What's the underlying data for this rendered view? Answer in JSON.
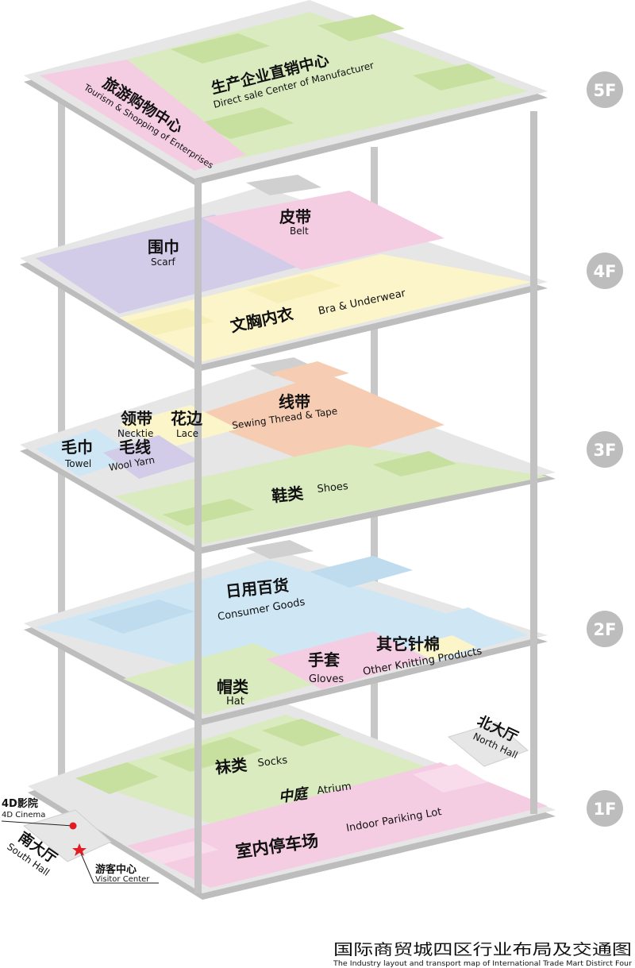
{
  "colors": {
    "green": "#d9ebbf",
    "green_dark": "#c7df9f",
    "pink": "#f5cde3",
    "purple": "#d3cce8",
    "yellow": "#fbf5c9",
    "orange": "#f6cdb2",
    "blue": "#cfe6f5",
    "floor": "#e6e6e6",
    "floor_edge": "#bdbdbd",
    "badge": "#bdbdbd",
    "pillar": "#c2c2c2"
  },
  "floors": [
    {
      "id": "5F",
      "badge": "5F"
    },
    {
      "id": "4F",
      "badge": "4F"
    },
    {
      "id": "3F",
      "badge": "3F"
    },
    {
      "id": "2F",
      "badge": "2F"
    },
    {
      "id": "1F",
      "badge": "1F"
    }
  ],
  "labels": {
    "f5_direct_cn": "生产企业直销中心",
    "f5_direct_en": "Direct sale Center of Manufacturer",
    "f5_tour_cn": "旅游购物中心",
    "f5_tour_en": "Tourism & Shopping of Enterprises",
    "f4_belt_cn": "皮带",
    "f4_belt_en": "Belt",
    "f4_scarf_cn": "围巾",
    "f4_scarf_en": "Scarf",
    "f4_bra_cn": "文胸内衣",
    "f4_bra_en": "Bra & Underwear",
    "f3_thread_cn": "线带",
    "f3_thread_en": "Sewing Thread & Tape",
    "f3_necktie_cn": "领带",
    "f3_necktie_en": "Necktie",
    "f3_lace_cn": "花边",
    "f3_lace_en": "Lace",
    "f3_towel_cn": "毛巾",
    "f3_towel_en": "Towel",
    "f3_wool_cn": "毛线",
    "f3_wool_en": "Wool Yarn",
    "f3_shoes_cn": "鞋类",
    "f3_shoes_en": "Shoes",
    "f2_consumer_cn": "日用百货",
    "f2_consumer_en": "Consumer Goods",
    "f2_gloves_cn": "手套",
    "f2_gloves_en": "Gloves",
    "f2_knit_cn": "其它针棉",
    "f2_knit_en": "Other Knitting Products",
    "f2_hat_cn": "帽类",
    "f2_hat_en": "Hat",
    "f1_socks_cn": "袜类",
    "f1_socks_en": "Socks",
    "f1_atrium_cn": "中庭",
    "f1_atrium_en": "Atrium",
    "f1_parking_cn": "室内停车场",
    "f1_parking_en": "Indoor Pariking Lot",
    "north_cn": "北大厅",
    "north_en": "North Hall",
    "south_cn": "南大厅",
    "south_en": "South Hall",
    "cinema_cn": "4D影院",
    "cinema_en": "4D Cinema",
    "visitor_cn": "游客中心",
    "visitor_en": "Visitor Center"
  },
  "footer": {
    "title_cn": "国际商贸城四区行业布局及交通图",
    "title_en": "The Industry layout and transport map of International Trade Mart Distirct Four"
  }
}
